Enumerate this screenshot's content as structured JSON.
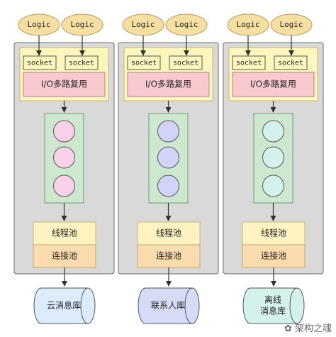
{
  "colors": {
    "logic_fill": "#f6dfa3",
    "logic_stroke": "#b59b55",
    "panel_fill": "#d9d9d9",
    "panel_stroke": "#6a6a6a",
    "socket_group_fill": "#fdf6bd",
    "socket_group_stroke": "#c9b86d",
    "socket_fill": "#fdf6bd",
    "socket_stroke": "#555555",
    "mux_fill": "#f8c9cf",
    "mux_stroke": "#b57e86",
    "queue_fill": "#cde8cf",
    "queue_stroke": "#6f9a73",
    "thread_pool_fill": "#fff3c2",
    "thread_pool_stroke": "#c9b774",
    "conn_pool_fill": "#fbdcaf",
    "conn_pool_stroke": "#c5a46d",
    "arrow": "#333333"
  },
  "columns": [
    {
      "logic_labels": [
        "Logic",
        "Logic"
      ],
      "socket_labels": [
        "socket",
        "socket"
      ],
      "mux_label": "I/O多路复用",
      "queue_circle_color": "#f9d2ea",
      "thread_pool_label": "线程池",
      "conn_pool_label": "连接池",
      "db_lines": [
        "云消息库"
      ],
      "db_fill": "#dcecfb"
    },
    {
      "logic_labels": [
        "Logic",
        "Logic"
      ],
      "socket_labels": [
        "socket",
        "socket"
      ],
      "mux_label": "I/O多路复用",
      "queue_circle_color": "#d2d3f8",
      "thread_pool_label": "线程池",
      "conn_pool_label": "连接池",
      "db_lines": [
        "联系人库"
      ],
      "db_fill": "#d6dcf6"
    },
    {
      "logic_labels": [
        "Logic",
        "Logic"
      ],
      "socket_labels": [
        "socket",
        "socket"
      ],
      "mux_label": "I/O多路复用",
      "queue_circle_color": "#d4f1ec",
      "thread_pool_label": "线程池",
      "conn_pool_label": "连接池",
      "db_lines": [
        "离线",
        "消息库"
      ],
      "db_fill": "#d4f1ec"
    }
  ],
  "watermark": "架构之魂"
}
